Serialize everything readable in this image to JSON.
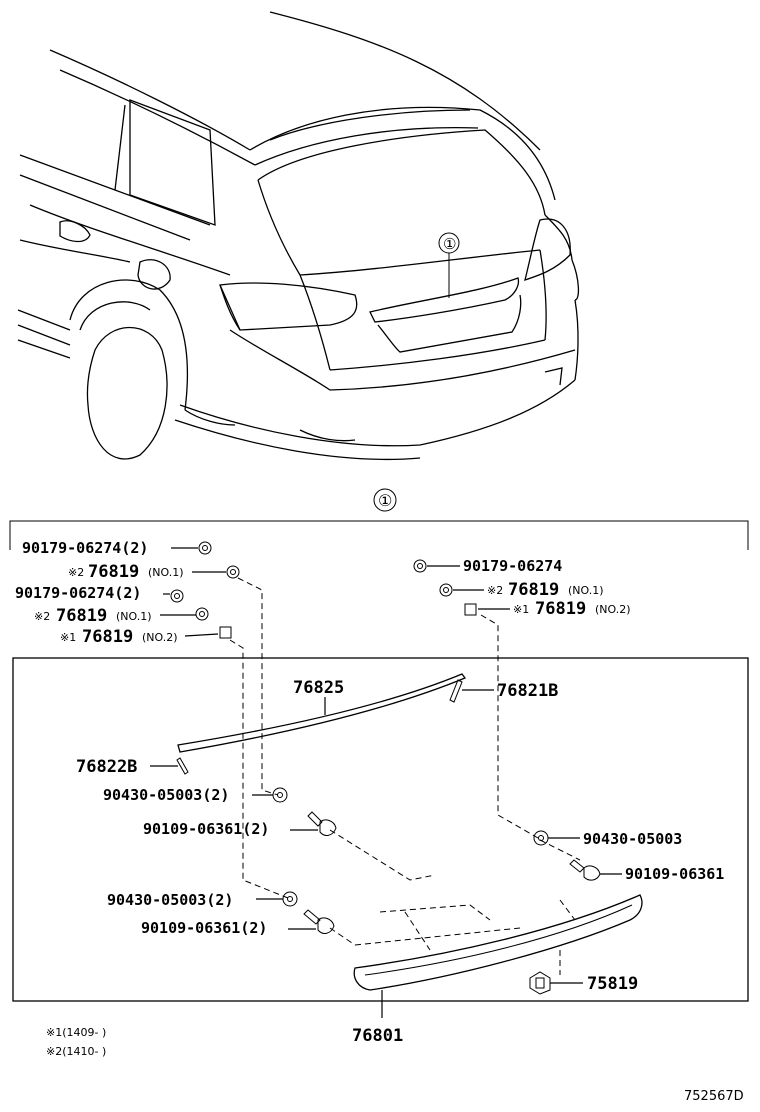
{
  "callout_top": "①",
  "callout_group": "①",
  "labels": {
    "l1": "90179-06274(2)",
    "l2_mark": "※2",
    "l2_num": "76819",
    "l2_sub": "(NO.1)",
    "l3": "90179-06274(2)",
    "l4_mark": "※2",
    "l4_num": "76819",
    "l4_sub": "(NO.1)",
    "l5_mark": "※1",
    "l5_num": "76819",
    "l5_sub": "(NO.2)",
    "r1": "90179-06274",
    "r2_mark": "※2",
    "r2_num": "76819",
    "r2_sub": "(NO.1)",
    "r3_mark": "※1",
    "r3_num": "76819",
    "r3_sub": "(NO.2)",
    "p76825": "76825",
    "p76821B": "76821B",
    "p76822B": "76822B",
    "p90430a": "90430-05003(2)",
    "p90109a": "90109-06361(2)",
    "p90430b": "90430-05003",
    "p90109b": "90109-06361",
    "p90430c": "90430-05003(2)",
    "p90109c": "90109-06361(2)",
    "p75819": "75819",
    "p76801": "76801"
  },
  "notes": {
    "n1": "※1(1409-    )",
    "n2": "※2(1410-    )"
  },
  "diagram_id": "752567D"
}
